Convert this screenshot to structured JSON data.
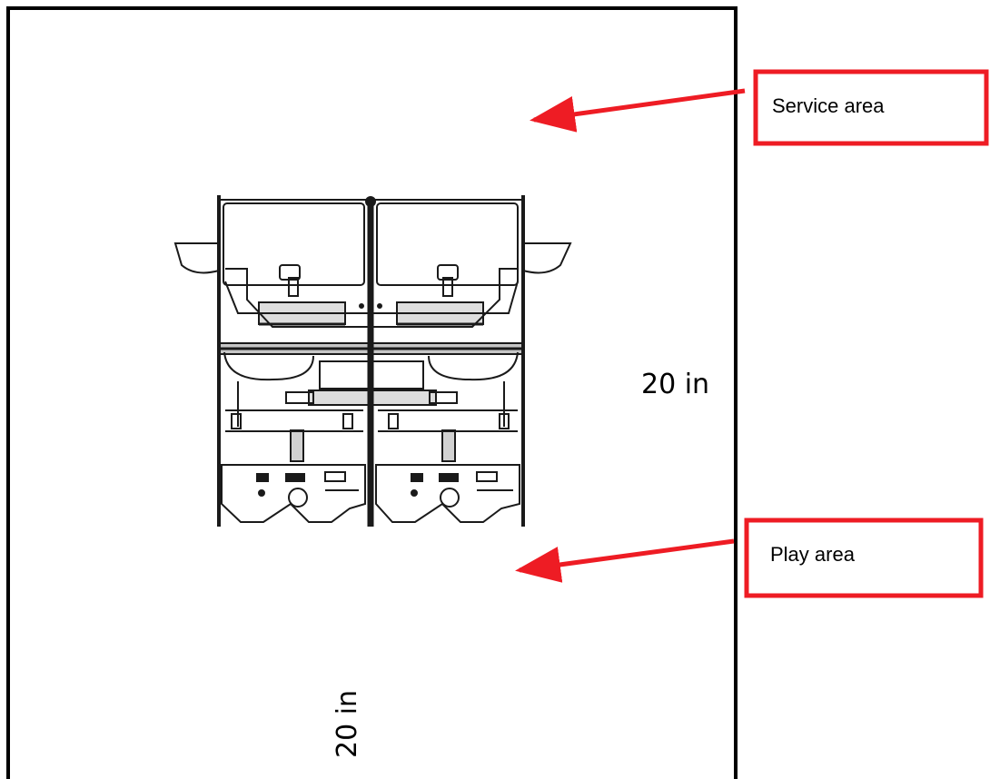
{
  "colors": {
    "frame": "#000000",
    "callout_box": "#ee1c24",
    "arrow": "#ee1c24",
    "drawing": "#1a1a1a",
    "background": "#ffffff"
  },
  "callouts": {
    "service": "Service area",
    "play": "Play area"
  },
  "dimensions": {
    "right": "20 in",
    "bottom": "20 in"
  }
}
